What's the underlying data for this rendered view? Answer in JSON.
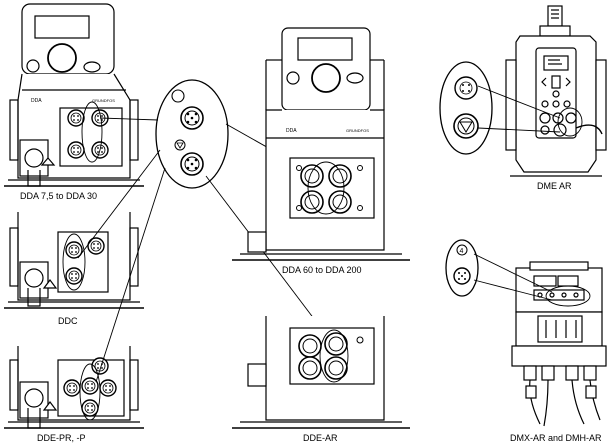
{
  "labels": {
    "dda_small": "DDA 7,5 to DDA 30",
    "ddc": "DDC",
    "dde_pr": "DDE-PR, -P",
    "dda_large": "DDA 60 to DDA 200",
    "dde_ar": "DDE-AR",
    "dme_ar": "DME AR",
    "dmx_ar": "DMX-AR and DMH-AR"
  },
  "panel_text": {
    "dda_brand": "DDA",
    "dda_logo": "GRUNDFOS",
    "oval_pin": "4"
  }
}
